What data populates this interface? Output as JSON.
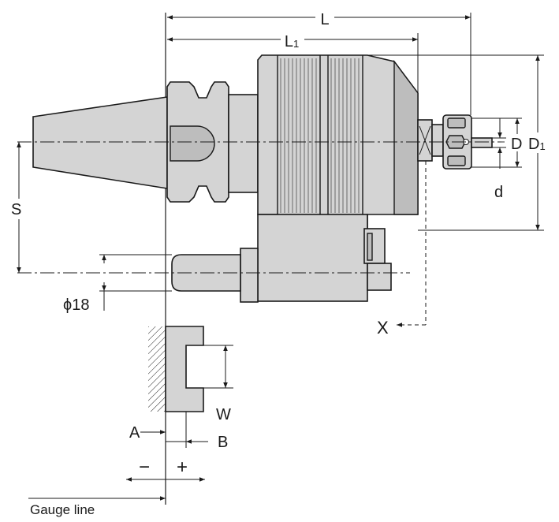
{
  "diagram": {
    "labels": {
      "L": "L",
      "L1_main": "L",
      "L1_sub": "1",
      "D": "D",
      "D1_main": "D",
      "D1_sub": "1",
      "d": "d",
      "S": "S",
      "phi18": "ϕ18",
      "X": "X",
      "W": "W",
      "A": "A",
      "B": "B",
      "minus": "−",
      "plus": "+",
      "gauge_line": "Gauge line"
    },
    "colors": {
      "line": "#1a1a1a",
      "body_fill": "#d4d4d4",
      "body_dark": "#bdbdbd",
      "background": "#ffffff"
    }
  }
}
